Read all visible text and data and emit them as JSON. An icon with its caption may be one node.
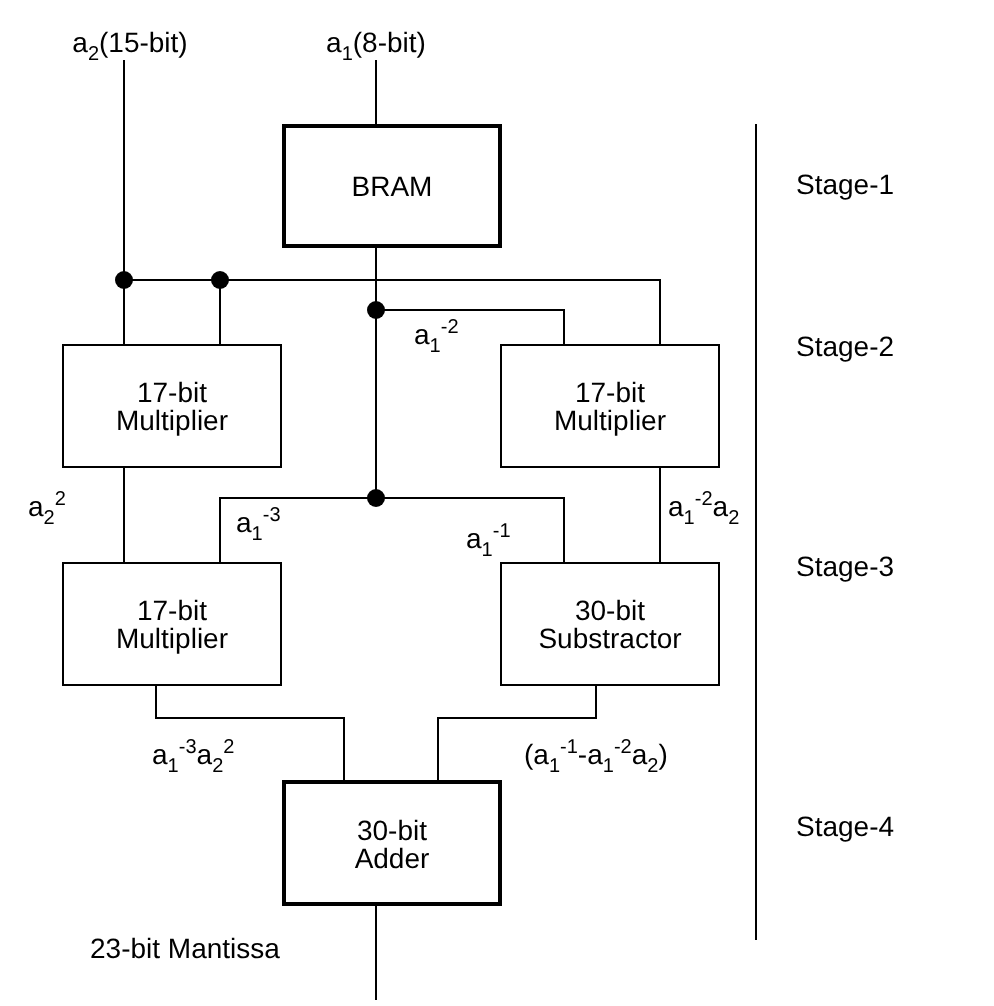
{
  "diagram": {
    "nodes": [
      {
        "text": [
          "a$_{2}$(15-bit)"
        ]
      },
      {
        "text": [
          "a$_{1}$(8-bit)"
        ]
      },
      {
        "text": [
          "BRAM"
        ]
      },
      {
        "text": [
          "17-bit Multiplier"
        ]
      },
      {
        "text": [
          "17-bit Multiplier"
        ]
      },
      {
        "text": [
          "17-bit Multiplier"
        ]
      },
      {
        "text": [
          "30-bit Substractor"
        ]
      },
      {
        "text": [
          "30-bit Adder"
        ]
      }
    ],
    "edges": [
      {
        "from": 0,
        "to": 3,
        "arrow": "none"
      },
      {
        "from": 0,
        "to": 3,
        "arrow": "none"
      },
      {
        "from": 0,
        "to": 4,
        "arrow": "none"
      },
      {
        "from": 1,
        "to": 2,
        "arrow": "none"
      },
      {
        "from": 2,
        "to": 4,
        "arrow": "none",
        "label": "a$_{1}$$^{-2}$"
      },
      {
        "from": 2,
        "to": 5,
        "arrow": "none",
        "label": "a$_{1}$$^{-3}$"
      },
      {
        "from": 2,
        "to": 6,
        "arrow": "none",
        "label": "a$_{1}$$^{-1}$"
      },
      {
        "from": 3,
        "to": 5,
        "arrow": "none",
        "label": "a$_{2}$$^{2}$"
      },
      {
        "from": 4,
        "to": 6,
        "arrow": "none",
        "label": "a$_{1}$$^{-2}$a$_{2}$"
      },
      {
        "from": 5,
        "to": 7,
        "arrow": "none",
        "label": "a$_{1}$$^{-3}$a$_{2}$$^{2}$"
      },
      {
        "from": 6,
        "to": 7,
        "arrow": "none",
        "label": "(a$_{1}$$^{-1}$-a$_{1}$$^{-2}$a$_{2}$)"
      },
      {
        "from": 7,
        "to": null,
        "arrow": "none",
        "label": "23-bit Mantissa"
      }
    ],
    "labels": [
      "Stage-1",
      "Stage-2",
      "Stage-3",
      "Stage-4"
    ]
  }
}
